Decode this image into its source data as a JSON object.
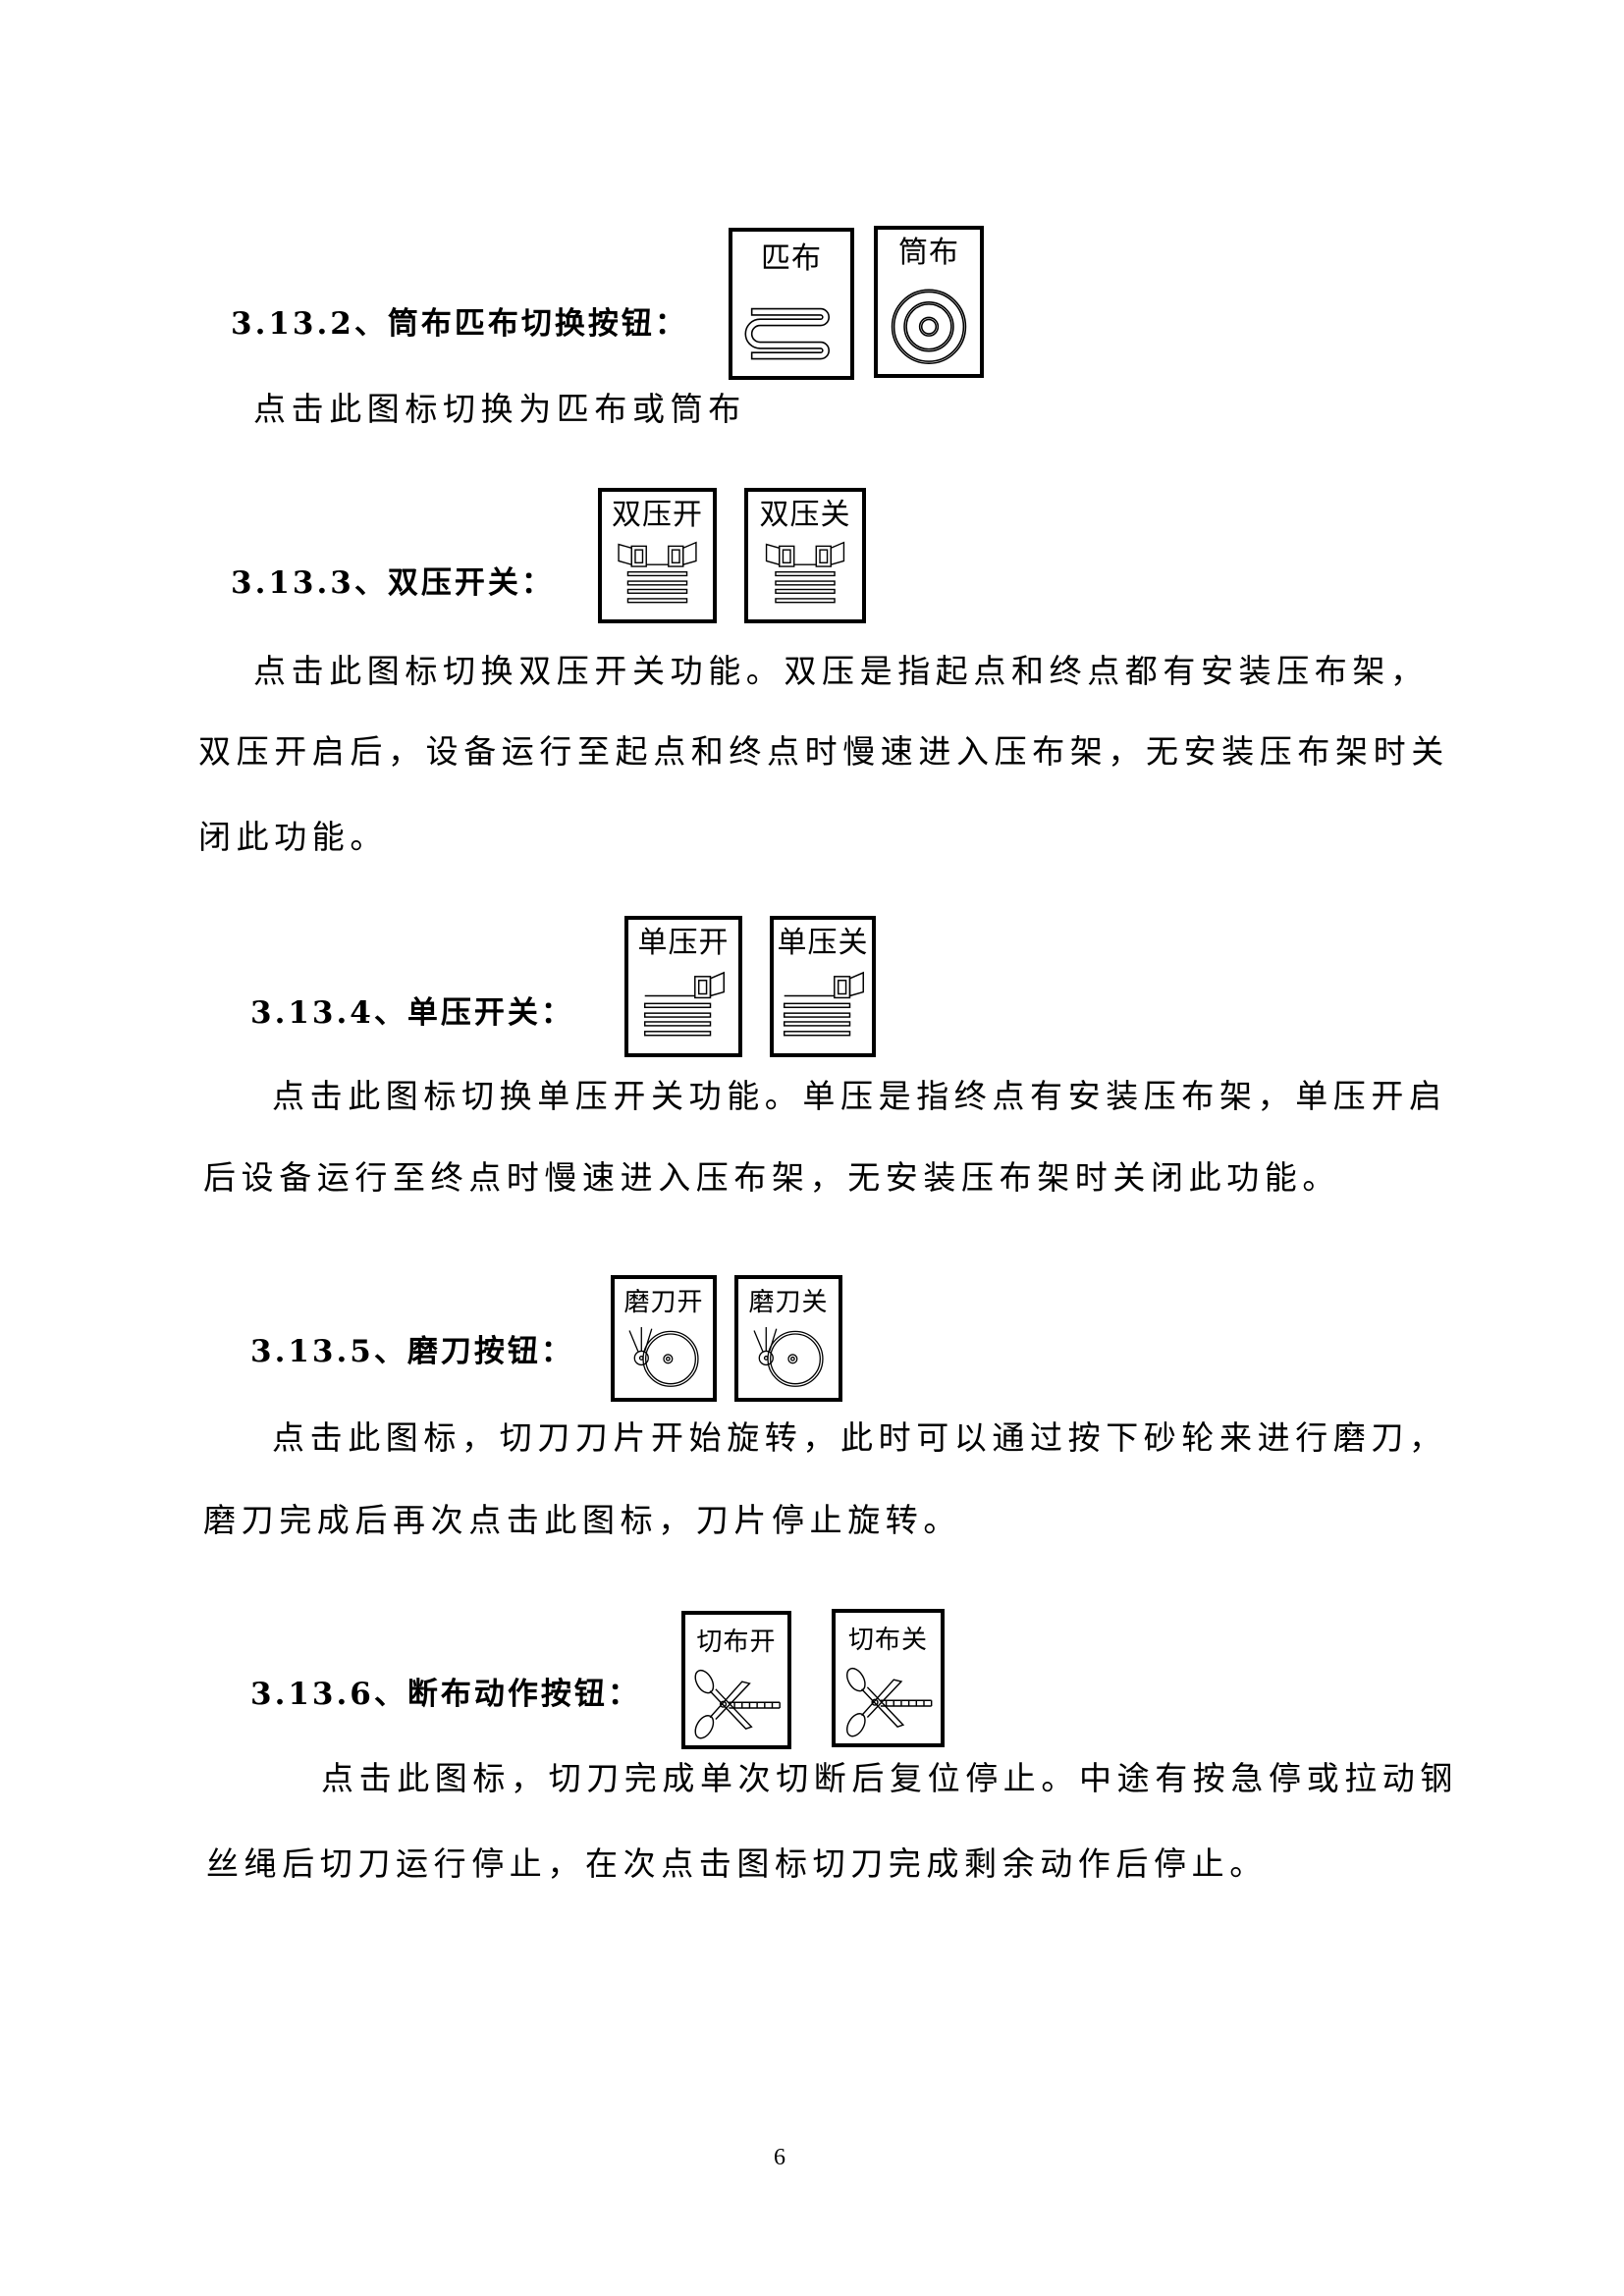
{
  "sections": [
    {
      "heading": "3.13.2、筒布匹布切换按钮：",
      "buttons": [
        {
          "label": "匹布",
          "icon": "folded-cloth-icon"
        },
        {
          "label": "筒布",
          "icon": "cloth-roll-icon"
        }
      ],
      "lines": [
        "点击此图标切换为匹布或筒布"
      ]
    },
    {
      "heading": "3.13.3、双压开关：",
      "buttons": [
        {
          "label": "双压开",
          "icon": "double-press-icon"
        },
        {
          "label": "双压关",
          "icon": "double-press-icon"
        }
      ],
      "lines": [
        "点击此图标切换双压开关功能。双压是指起点和终点都有安装压布架，",
        "双压开启后，设备运行至起点和终点时慢速进入压布架，无安装压布架时关",
        "闭此功能。"
      ]
    },
    {
      "heading": "3.13.4、单压开关：",
      "buttons": [
        {
          "label": "单压开",
          "icon": "single-press-icon"
        },
        {
          "label": "单压关",
          "icon": "single-press-icon"
        }
      ],
      "lines": [
        "点击此图标切换单压开关功能。单压是指终点有安装压布架，单压开启",
        "后设备运行至终点时慢速进入压布架，无安装压布架时关闭此功能。"
      ]
    },
    {
      "heading": "3.13.5、磨刀按钮：",
      "buttons": [
        {
          "label": "磨刀开",
          "icon": "grinding-wheel-icon"
        },
        {
          "label": "磨刀关",
          "icon": "grinding-wheel-icon"
        }
      ],
      "lines": [
        "点击此图标，切刀刀片开始旋转，此时可以通过按下砂轮来进行磨刀，",
        "磨刀完成后再次点击此图标，刀片停止旋转。"
      ]
    },
    {
      "heading": "3.13.6、断布动作按钮：",
      "buttons": [
        {
          "label": "切布开",
          "icon": "scissors-icon"
        },
        {
          "label": "切布关",
          "icon": "scissors-icon"
        }
      ],
      "lines": [
        "点击此图标，切刀完成单次切断后复位停止。中途有按急停或拉动钢",
        "丝绳后切刀运行停止，在次点击图标切刀完成剩余动作后停止。"
      ]
    }
  ],
  "page_number": "6"
}
